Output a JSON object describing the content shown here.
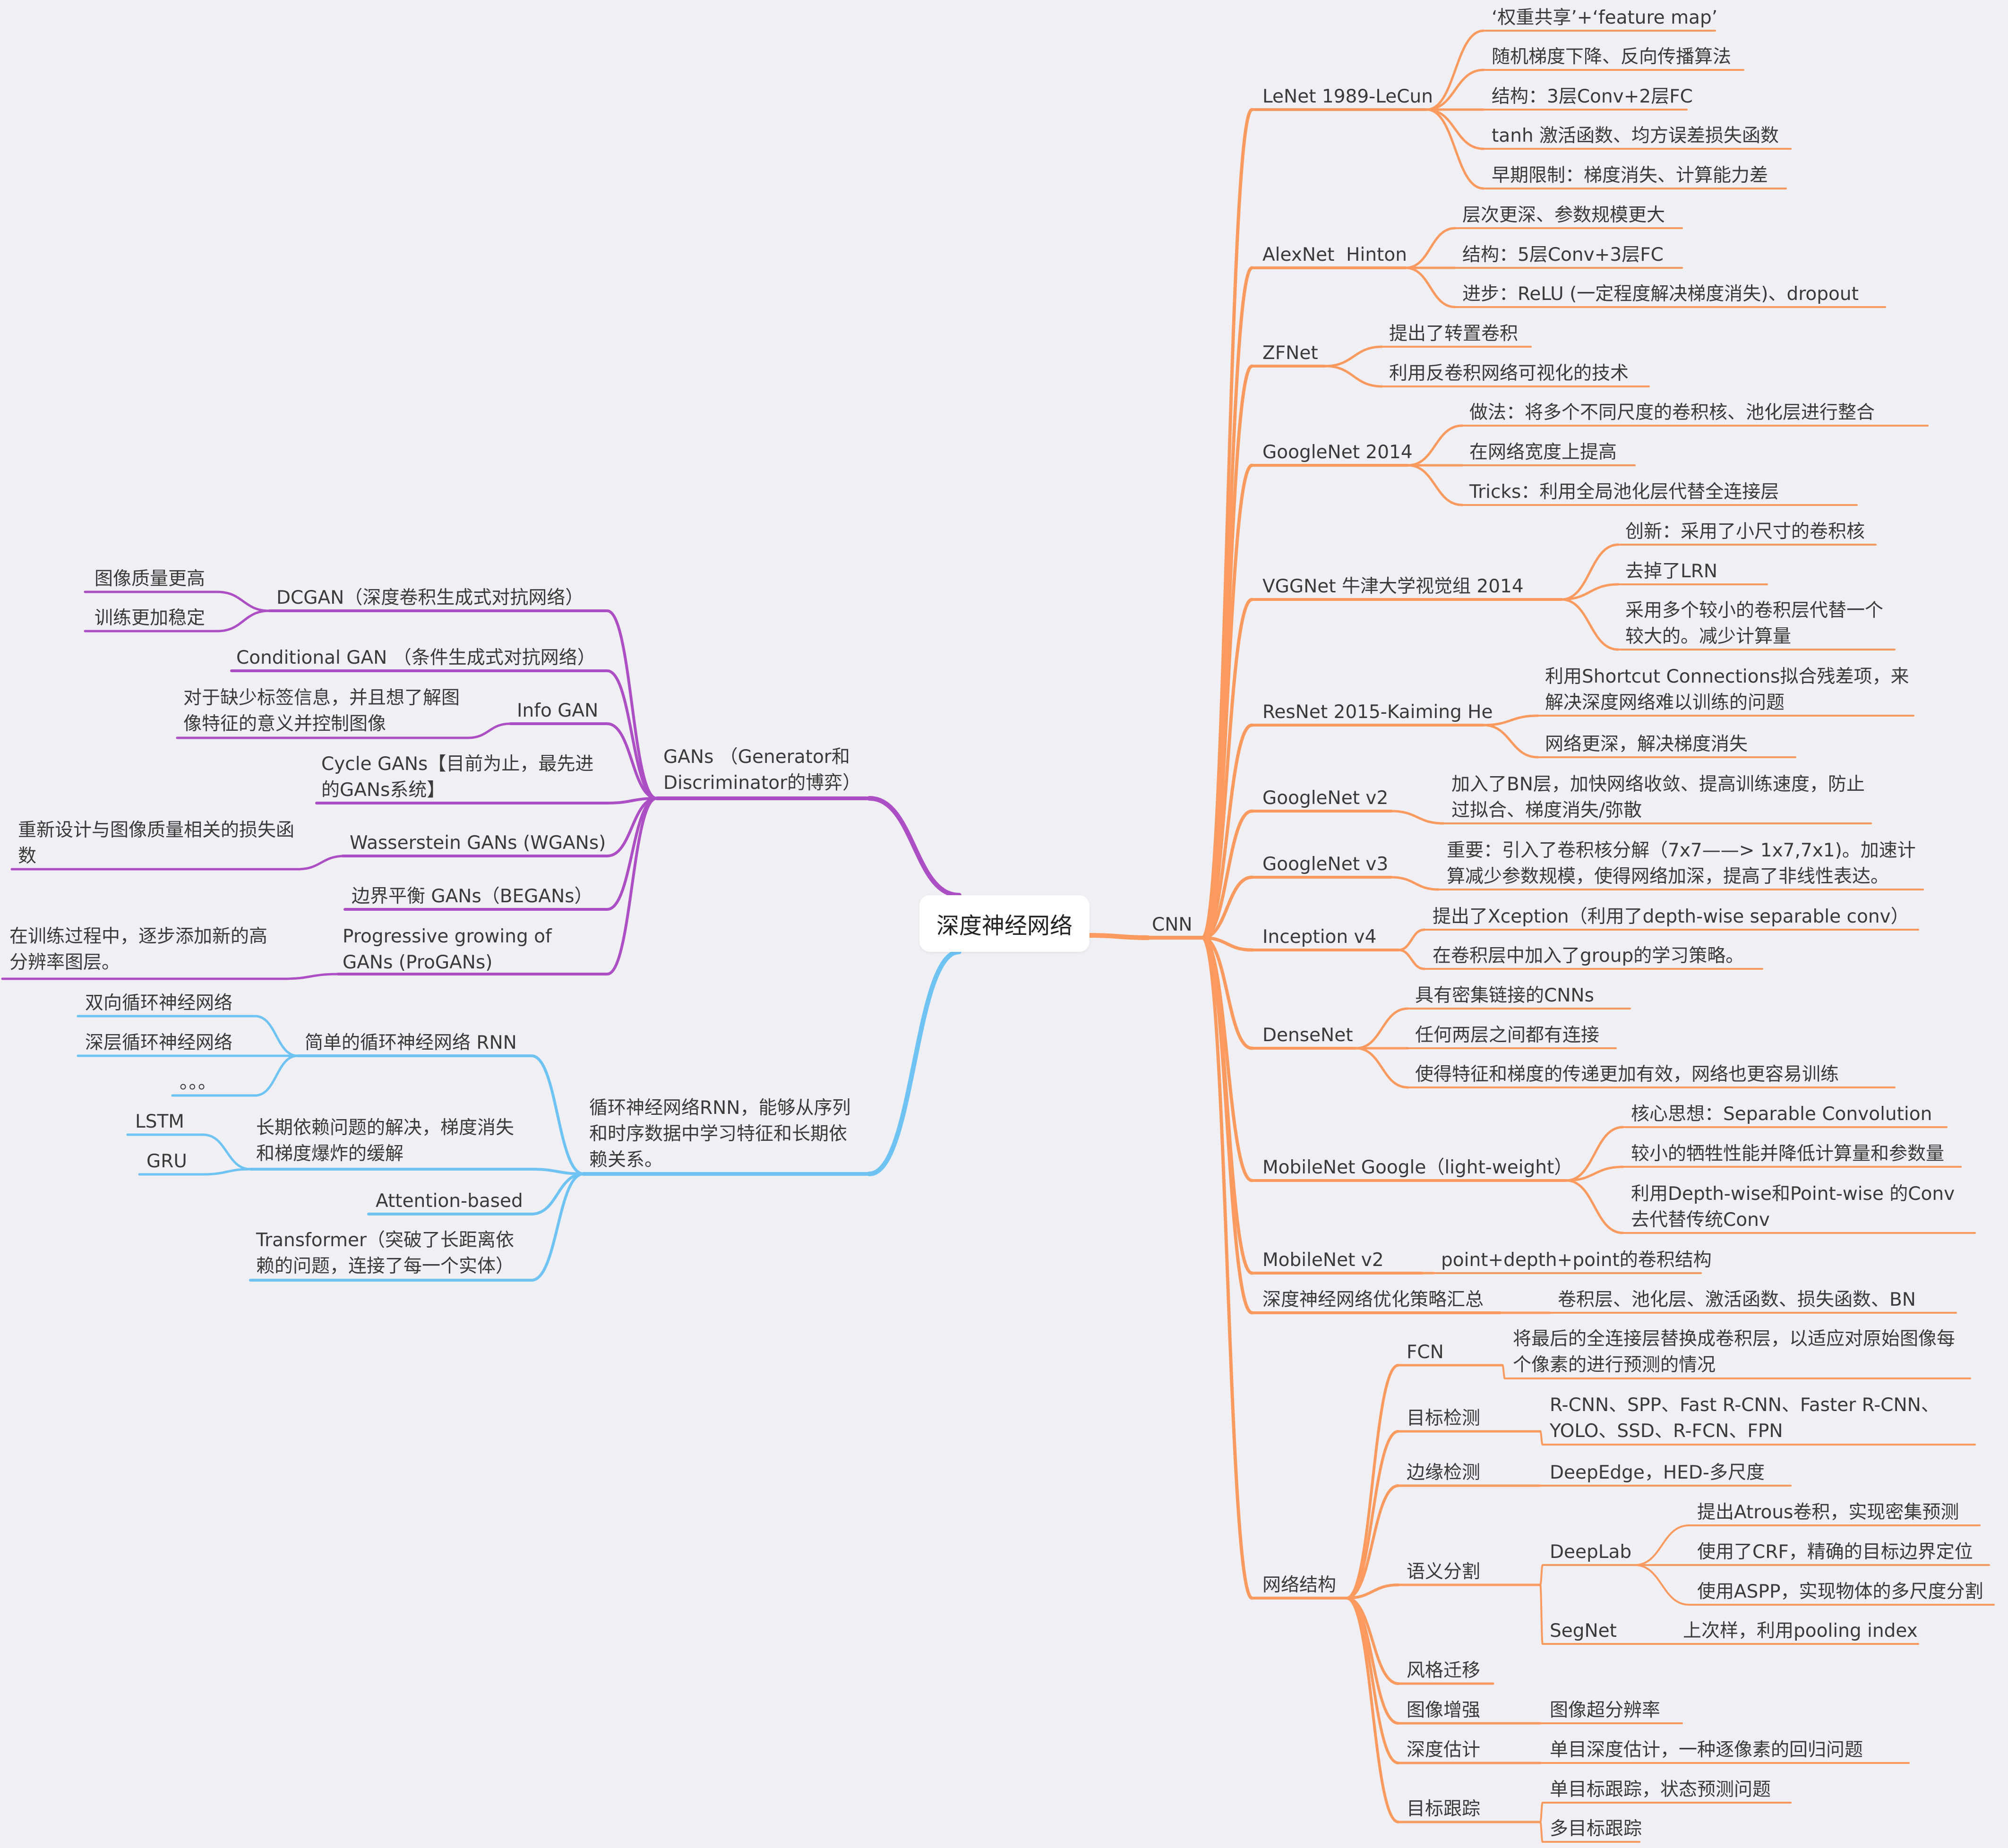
{
  "root": "深度神经网络",
  "colors": {
    "cnn": "#fa9a5e",
    "gans": "#ad4fc4",
    "rnn": "#6ec3f3",
    "text": "#3a3a3a",
    "background": "#efeff4"
  },
  "cnn": {
    "label": "CNN",
    "lenet": {
      "label": "LeNet 1989-LeCun",
      "items": [
        "‘权重共享’+‘feature map’",
        "随机梯度下降、反向传播算法",
        "结构：3层Conv+2层FC",
        "tanh 激活函数、均方误差损失函数",
        "早期限制：梯度消失、计算能力差"
      ]
    },
    "alexnet": {
      "label": "AlexNet  Hinton",
      "items": [
        "层次更深、参数规模更大",
        "结构：5层Conv+3层FC",
        "进步：ReLU (一定程度解决梯度消失)、dropout"
      ]
    },
    "zfnet": {
      "label": "ZFNet",
      "items": [
        "提出了转置卷积",
        "利用反卷积网络可视化的技术"
      ]
    },
    "googlenet2014": {
      "label": "GoogleNet 2014",
      "items": [
        "做法：将多个不同尺度的卷积核、池化层进行整合",
        "在网络宽度上提高",
        "Tricks：利用全局池化层代替全连接层"
      ]
    },
    "vggnet": {
      "label": "VGGNet 牛津大学视觉组 2014",
      "items": [
        "创新：采用了小尺寸的卷积核",
        "去掉了LRN",
        "采用多个较小的卷积层代替一个较大的。减少计算量"
      ]
    },
    "resnet": {
      "label": "ResNet 2015-Kaiming He",
      "items": [
        "利用Shortcut Connections拟合残差项，来解决深度网络难以训练的问题",
        "网络更深，解决梯度消失"
      ]
    },
    "googlenet_v2": {
      "label": "GoogleNet v2",
      "items": [
        "加入了BN层，加快网络收敛、提高训练速度，防止过拟合、梯度消失/弥散"
      ]
    },
    "googlenet_v3": {
      "label": "GoogleNet v3",
      "items": [
        "重要：引入了卷积核分解（7x7——> 1x7,7x1)。加速计算减少参数规模，使得网络加深，提高了非线性表达。"
      ]
    },
    "inception_v4": {
      "label": "Inception v4",
      "items": [
        "提出了Xception（利用了depth-wise separable conv）",
        "在卷积层中加入了group的学习策略。"
      ]
    },
    "densenet": {
      "label": "DenseNet",
      "items": [
        "具有密集链接的CNNs",
        "任何两层之间都有连接",
        "使得特征和梯度的传递更加有效，网络也更容易训练"
      ]
    },
    "mobilenet": {
      "label": "MobileNet Google（light-weight）",
      "items": [
        "核心思想：Separable Convolution",
        "较小的牺牲性能并降低计算量和参数量",
        "利用Depth-wise和Point-wise 的Conv去代替传统Conv"
      ]
    },
    "mobilenet_v2": {
      "label": "MobileNet v2",
      "items": [
        "point+depth+point的卷积结构"
      ]
    },
    "optimization": {
      "label": "深度神经网络优化策略汇总",
      "items": [
        "卷积层、池化层、激活函数、损失函数、BN"
      ]
    },
    "structure": {
      "label": "网络结构",
      "fcn": {
        "label": "FCN",
        "items": [
          "将最后的全连接层替换成卷积层，以适应对原始图像每个像素的进行预测的情况"
        ]
      },
      "detection": {
        "label": "目标检测",
        "items": [
          "R-CNN、SPP、Fast R-CNN、Faster R-CNN、YOLO、SSD、R-FCN、FPN"
        ]
      },
      "edge": {
        "label": "边缘检测",
        "items": [
          "DeepEdge，HED-多尺度"
        ]
      },
      "segmentation": {
        "label": "语义分割",
        "deeplab": {
          "label": "DeepLab",
          "items": [
            "提出Atrous卷积，实现密集预测",
            "使用了CRF，精确的目标边界定位",
            "使用ASPP，实现物体的多尺度分割"
          ]
        },
        "segnet": {
          "label": "SegNet",
          "items": [
            "上次样，利用pooling index"
          ]
        }
      },
      "style": {
        "label": "风格迁移",
        "items": []
      },
      "enhance": {
        "label": "图像增强",
        "items": [
          "图像超分辨率"
        ]
      },
      "depth": {
        "label": "深度估计",
        "items": [
          "单目深度估计，一种逐像素的回归问题"
        ]
      },
      "tracking": {
        "label": "目标跟踪",
        "items": [
          "单目标跟踪，状态预测问题",
          "多目标跟踪"
        ]
      }
    }
  },
  "gans": {
    "label": "GANs （Generator和Discriminator的博弈）",
    "dcgan": {
      "label": "DCGAN（深度卷积生成式对抗网络）",
      "items": [
        "图像质量更高",
        "训练更加稳定"
      ]
    },
    "conditional": {
      "label": "Conditional GAN （条件生成式对抗网络）"
    },
    "info": {
      "label": "Info GAN",
      "items": [
        "对于缺少标签信息，并且想了解图像特征的意义并控制图像"
      ]
    },
    "cycle": {
      "label": "Cycle GANs【目前为止，最先进的GANs系统】"
    },
    "wasserstein": {
      "label": "Wasserstein GANs (WGANs)",
      "items": [
        "重新设计与图像质量相关的损失函数"
      ]
    },
    "began": {
      "label": "边界平衡 GANs（BEGANs）"
    },
    "progressive": {
      "label": "Progressive growing of GANs (ProGANs)",
      "items": [
        "在训练过程中，逐步添加新的高分辨率图层。"
      ]
    }
  },
  "rnn": {
    "label": "循环神经网络RNN，能够从序列和时序数据中学习特征和长期依赖关系。",
    "simple": {
      "label": "简单的循环神经网络 RNN",
      "items": [
        "双向循环神经网络",
        "深层循环神经网络",
        "。。。"
      ]
    },
    "longterm": {
      "label": "长期依赖问题的解决，梯度消失和梯度爆炸的缓解",
      "items": [
        "LSTM",
        "GRU"
      ]
    },
    "attention": {
      "label": "Attention-based"
    },
    "transformer": {
      "label": "Transformer（突破了长距离依赖的问题，连接了每一个实体）"
    }
  }
}
